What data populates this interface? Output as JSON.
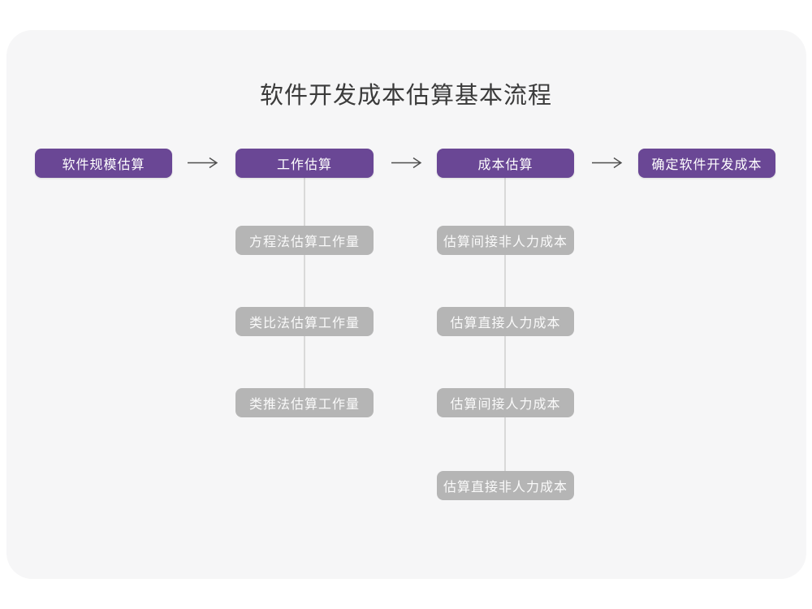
{
  "title": "软件开发成本估算基本流程",
  "colors": {
    "page_bg": "#ffffff",
    "card_bg": "#f6f6f7",
    "stage_box": "#6a4795",
    "substep_box": "#b5b5b5",
    "connector_line": "#d9d9d9",
    "arrow": "#4d4d4d",
    "title_text": "#3b3b3b",
    "box_text": "#ffffff"
  },
  "flow": {
    "stages": [
      {
        "label": "软件规模估算",
        "substeps": []
      },
      {
        "label": "工作估算",
        "substeps": [
          "方程法估算工作量",
          "类比法估算工作量",
          "类推法估算工作量"
        ]
      },
      {
        "label": "成本估算",
        "substeps": [
          "估算间接非人力成本",
          "估算直接人力成本",
          "估算间接人力成本",
          "估算直接非人力成本"
        ]
      },
      {
        "label": "确定软件开发成本",
        "substeps": []
      }
    ]
  }
}
